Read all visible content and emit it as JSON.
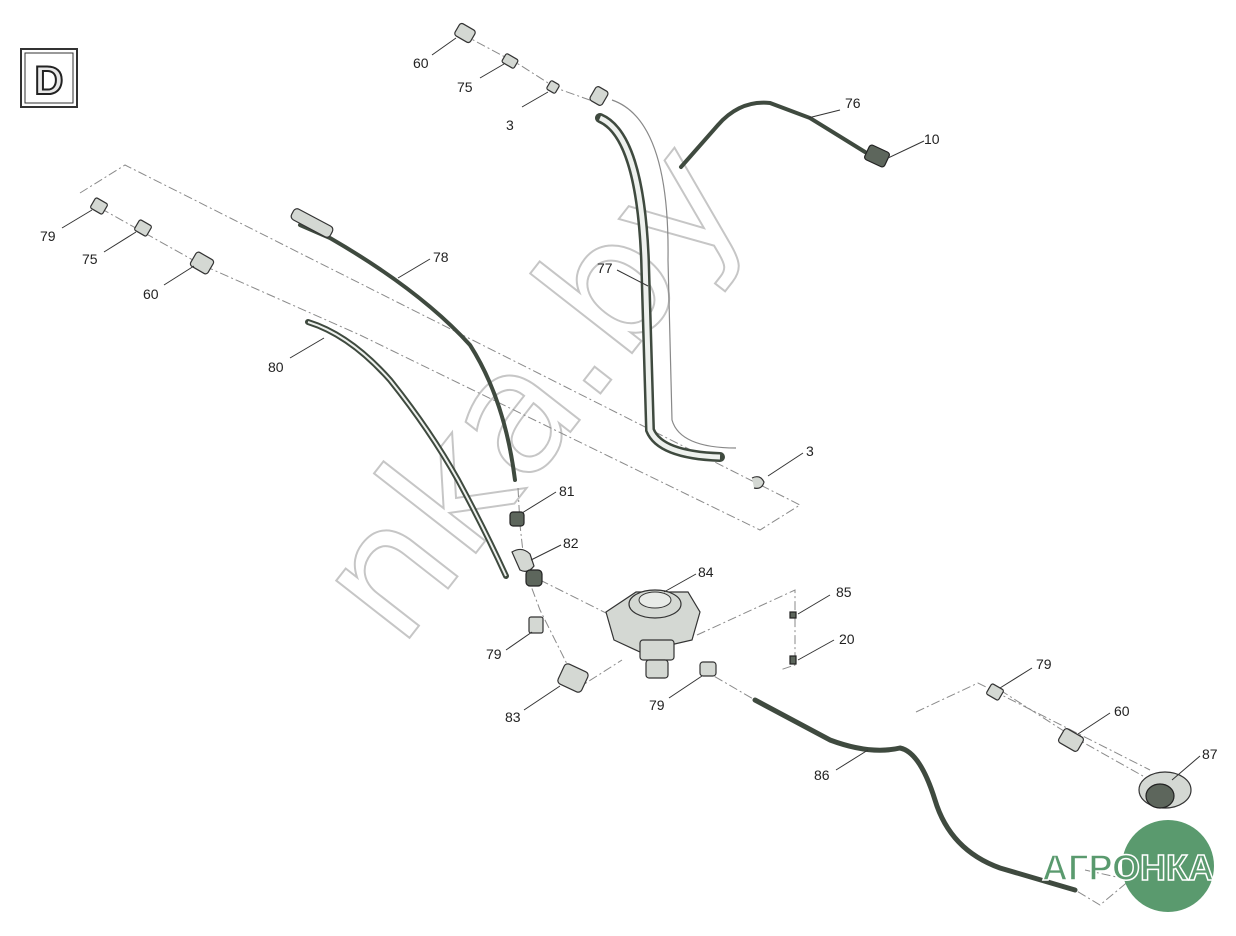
{
  "section_badge": "D",
  "watermark": "nka.by",
  "brand_logo": {
    "text": "АГРОНКА",
    "color": "#5a9a6e"
  },
  "callouts": [
    {
      "id": "c60a",
      "text": "60"
    },
    {
      "id": "c75a",
      "text": "75"
    },
    {
      "id": "c3a",
      "text": "3"
    },
    {
      "id": "c76",
      "text": "76"
    },
    {
      "id": "c10",
      "text": "10"
    },
    {
      "id": "c79a",
      "text": "79"
    },
    {
      "id": "c75b",
      "text": "75"
    },
    {
      "id": "c60b",
      "text": "60"
    },
    {
      "id": "c78",
      "text": "78"
    },
    {
      "id": "c77",
      "text": "77"
    },
    {
      "id": "c80",
      "text": "80"
    },
    {
      "id": "c3b",
      "text": "3"
    },
    {
      "id": "c81",
      "text": "81"
    },
    {
      "id": "c82",
      "text": "82"
    },
    {
      "id": "c84",
      "text": "84"
    },
    {
      "id": "c85",
      "text": "85"
    },
    {
      "id": "c20",
      "text": "20"
    },
    {
      "id": "c79b",
      "text": "79"
    },
    {
      "id": "c83",
      "text": "83"
    },
    {
      "id": "c79c",
      "text": "79"
    },
    {
      "id": "c79d",
      "text": "79"
    },
    {
      "id": "c60c",
      "text": "60"
    },
    {
      "id": "c87",
      "text": "87"
    },
    {
      "id": "c86",
      "text": "86"
    }
  ]
}
